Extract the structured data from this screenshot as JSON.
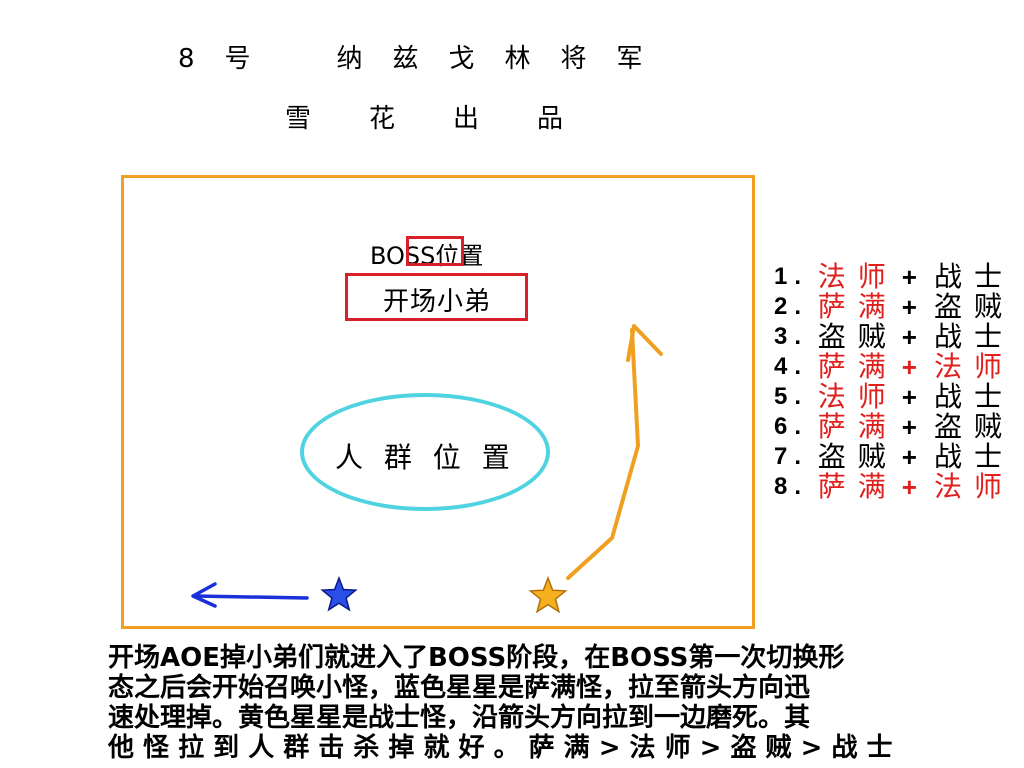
{
  "header": {
    "title": "8　号　　　纳　兹　戈　林　将　军",
    "subtitle": "雪　　花　　出　　品"
  },
  "map": {
    "boss_label": "BOSS位置",
    "adds_label": "开场小弟",
    "crowd_label": "人 群 位 置",
    "colors": {
      "border": "#f0a020",
      "red_box": "#d8202a",
      "ellipse": "#4fd3e0",
      "blue_arrow": "#1a2fd8",
      "yellow_arrow": "#f0a020",
      "blue_star": "#2a4fe8",
      "yellow_star": "#f5b020"
    },
    "blue_star_label": "blue-star",
    "yellow_star_label": "yellow-star"
  },
  "legend": {
    "rows": [
      {
        "num": "1.",
        "a": "法师",
        "a_color": "red",
        "plus": "+",
        "plus_color": "black",
        "b": "战士",
        "b_color": "black"
      },
      {
        "num": "2.",
        "a": "萨满",
        "a_color": "red",
        "plus": "+",
        "plus_color": "black",
        "b": "盗贼",
        "b_color": "black"
      },
      {
        "num": "3.",
        "a": "盗贼",
        "a_color": "black",
        "plus": "+",
        "plus_color": "black",
        "b": "战士",
        "b_color": "black"
      },
      {
        "num": "4.",
        "a": "萨满",
        "a_color": "red",
        "plus": "+",
        "plus_color": "red",
        "b": "法师",
        "b_color": "red"
      },
      {
        "num": "5.",
        "a": "法师",
        "a_color": "red",
        "plus": "+",
        "plus_color": "black",
        "b": "战士",
        "b_color": "black"
      },
      {
        "num": "6.",
        "a": "萨满",
        "a_color": "red",
        "plus": "+",
        "plus_color": "black",
        "b": "盗贼",
        "b_color": "black"
      },
      {
        "num": "7.",
        "a": "盗贼",
        "a_color": "black",
        "plus": "+",
        "plus_color": "black",
        "b": "战士",
        "b_color": "black"
      },
      {
        "num": "8.",
        "a": "萨满",
        "a_color": "red",
        "plus": "+",
        "plus_color": "red",
        "b": "法师",
        "b_color": "red"
      }
    ]
  },
  "description": {
    "lines": [
      "开场AOE掉小弟们就进入了BOSS阶段，在BOSS第一次切换形",
      "态之后会开始召唤小怪，蓝色星星是萨满怪，拉至箭头方向迅",
      "速处理掉。黄色星星是战士怪，沿箭头方向拉到一边磨死。其",
      "他 怪 拉 到 人 群 击 杀 掉 就 好 。 萨 满 > 法 师 > 盗 贼 > 战 士"
    ]
  }
}
